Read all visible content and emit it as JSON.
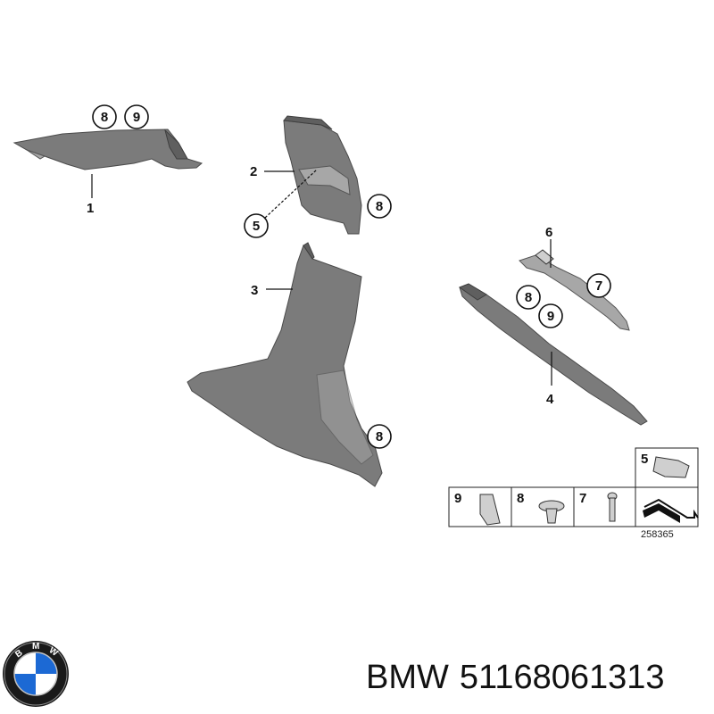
{
  "diagram": {
    "part_labels": [
      "1",
      "2",
      "3",
      "4",
      "6"
    ],
    "callouts": {
      "c8_top": "8",
      "c9_top": "9",
      "c5_mid": "5",
      "c8_mid": "8",
      "c7_right": "7",
      "c8_right": "8",
      "c9_right": "9",
      "c8_bottom": "8"
    },
    "legend": {
      "cells": [
        "9",
        "8",
        "7",
        "5"
      ]
    },
    "reference_number": "258365"
  },
  "footer": {
    "brand": "BMW",
    "part_number": "51168061313"
  },
  "colors": {
    "part_grey": "#7b7b7b",
    "logo_blue": "#1c69d4",
    "logo_ring": "#1a1a1a"
  },
  "icons": [
    "bmw-logo-icon"
  ]
}
